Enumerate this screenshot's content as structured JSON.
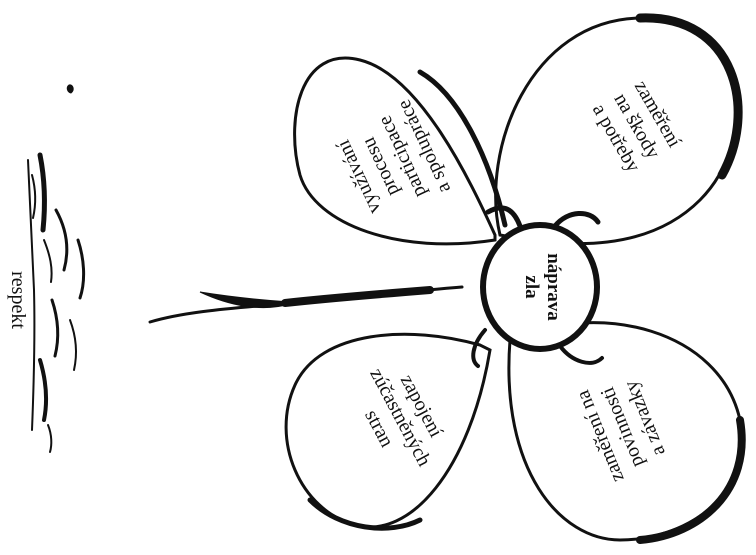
{
  "colors": {
    "ink": "#111111",
    "paper": "#ffffff"
  },
  "center": {
    "lines": [
      "náprava",
      "zla"
    ]
  },
  "petals": {
    "top_right": {
      "lines": [
        "zaměření",
        "na škody",
        "a potřeby"
      ]
    },
    "top_left": {
      "lines": [
        "využívání",
        "procesu",
        "participace",
        "a spolupráce"
      ]
    },
    "bottom_left": {
      "lines": [
        "zapojení",
        "zúčastněných",
        "stran"
      ]
    },
    "bottom_right": {
      "lines": [
        "zaměření na",
        "povinnosti",
        "a závazky"
      ]
    }
  },
  "base": {
    "label": "respekt"
  }
}
